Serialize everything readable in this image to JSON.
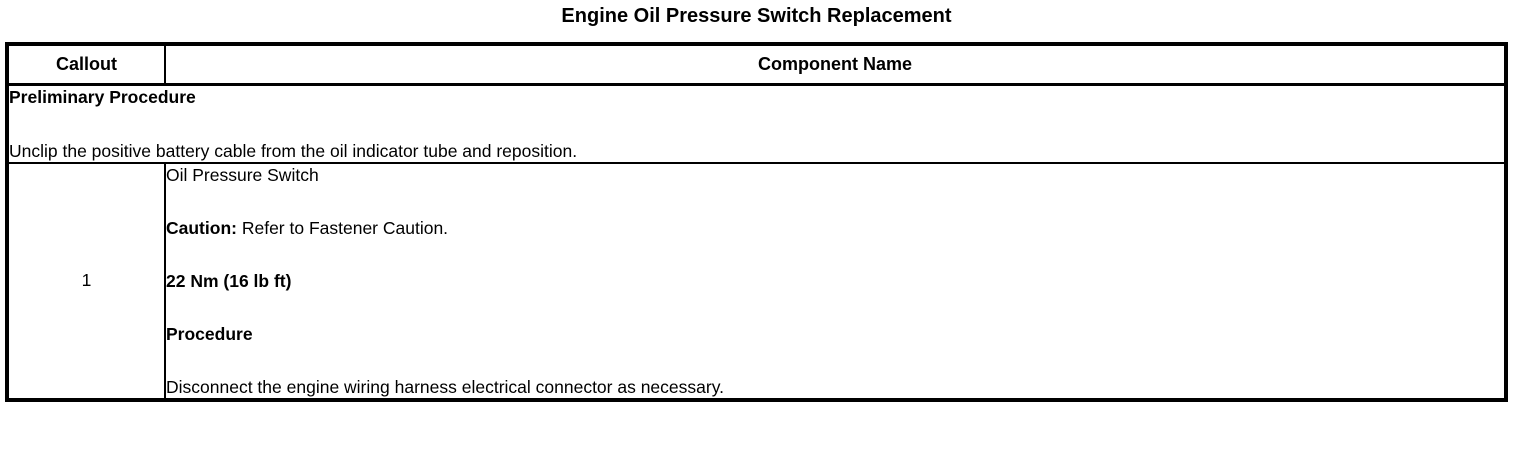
{
  "page": {
    "title": "Engine Oil Pressure Switch Replacement"
  },
  "table": {
    "headers": {
      "callout": "Callout",
      "component": "Component Name"
    },
    "preliminary": {
      "heading": "Preliminary Procedure",
      "instruction": "Unclip the positive battery cable from the oil indicator tube and reposition."
    },
    "rows": [
      {
        "callout": "1",
        "component_name": "Oil Pressure Switch",
        "caution_label": "Caution:",
        "caution_text": " Refer to Fastener Caution.",
        "torque_spec": "22 Nm (16 lb ft)",
        "procedure_label": "Procedure",
        "procedure_text": "Disconnect the engine wiring harness electrical connector as necessary."
      }
    ]
  },
  "colors": {
    "background": "#ffffff",
    "border": "#000000",
    "text": "#000000"
  }
}
